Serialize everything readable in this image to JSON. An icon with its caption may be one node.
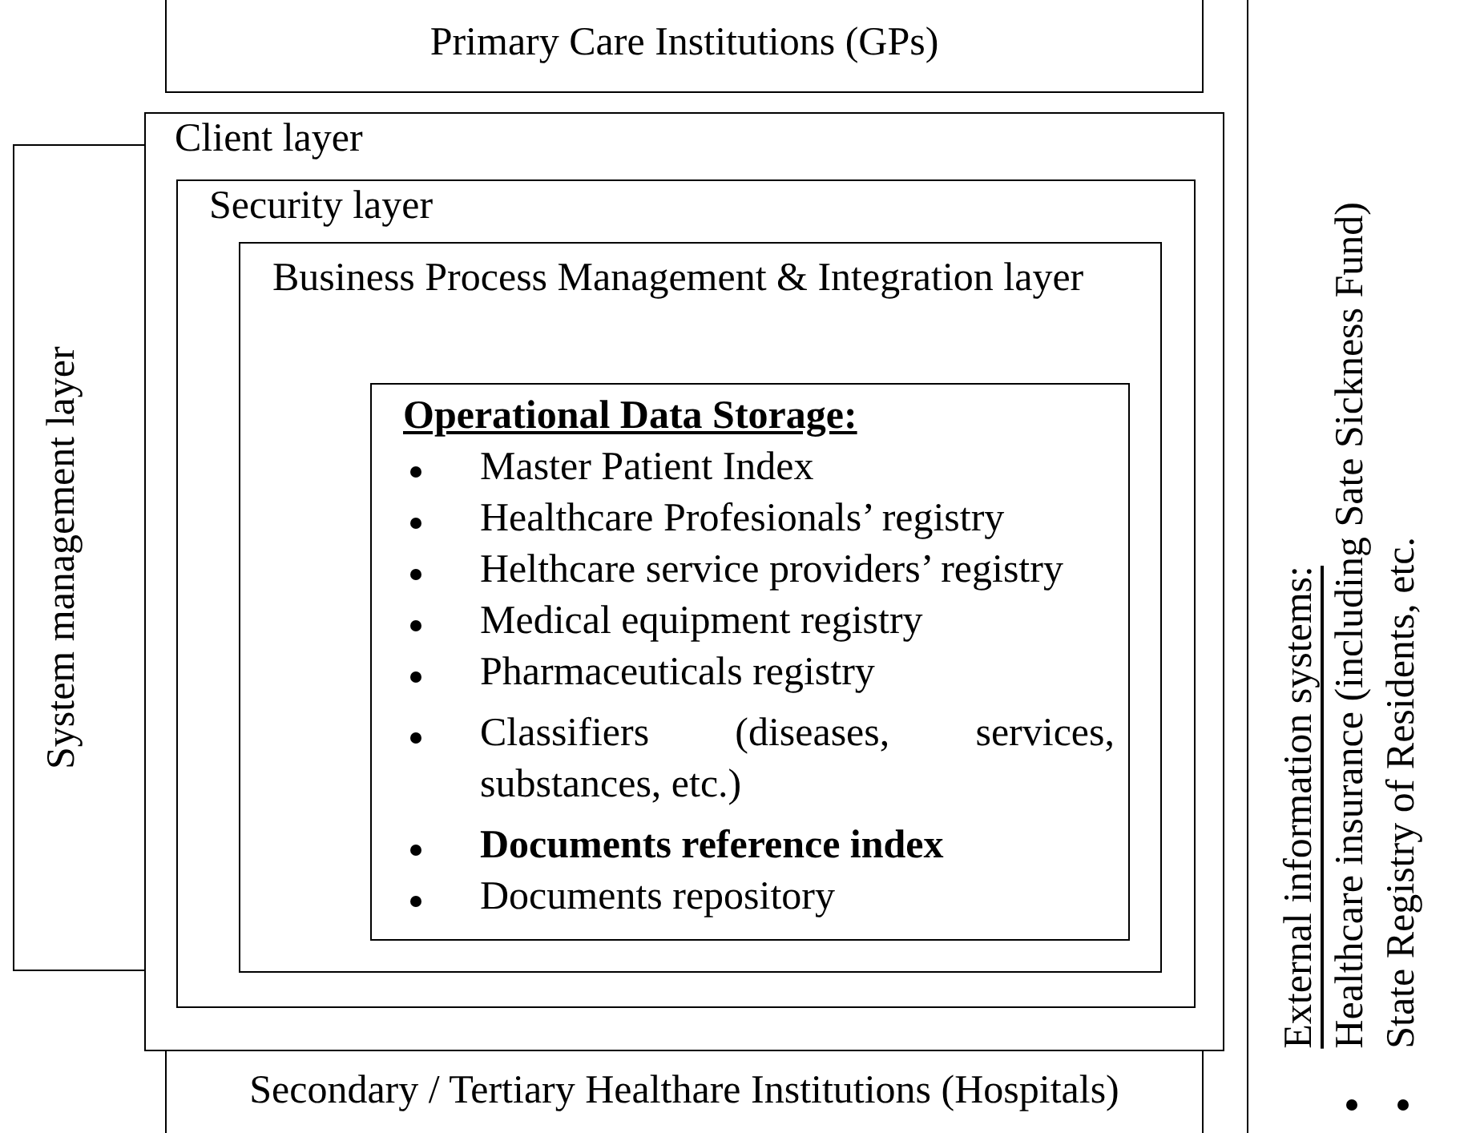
{
  "diagram": {
    "nodes": [
      {
        "text": [
          "Primary Care Institutions (GPs)"
        ]
      },
      {
        "text": [
          "Client layer"
        ]
      },
      {
        "text": [
          "Security layer"
        ],
        "in": 1
      },
      {
        "text": [
          "Business Process Management & Integration layer"
        ],
        "in": 2
      },
      {
        "text": [
          "Operational Data Storage:",
          "Master Patient Index",
          "Healthcare Profesionals’ registry",
          "Helthcare service providers’ registry",
          "Medical equipment registry",
          "Pharmaceuticals registry",
          "Classifiers (diseases, services, substances, etc.)",
          "Documents reference index",
          "Documents repository"
        ],
        "in": 3
      },
      {
        "text": [
          "System management layer"
        ]
      },
      {
        "text": [
          "External information systems:",
          "Healthcare insurance (including Sate Sickness Fund)",
          "State Registry of Residents, etc."
        ]
      },
      {
        "text": [
          "Secondary / Tertiary Healthare Institutions (Hospitals)"
        ]
      }
    ],
    "edges": []
  }
}
